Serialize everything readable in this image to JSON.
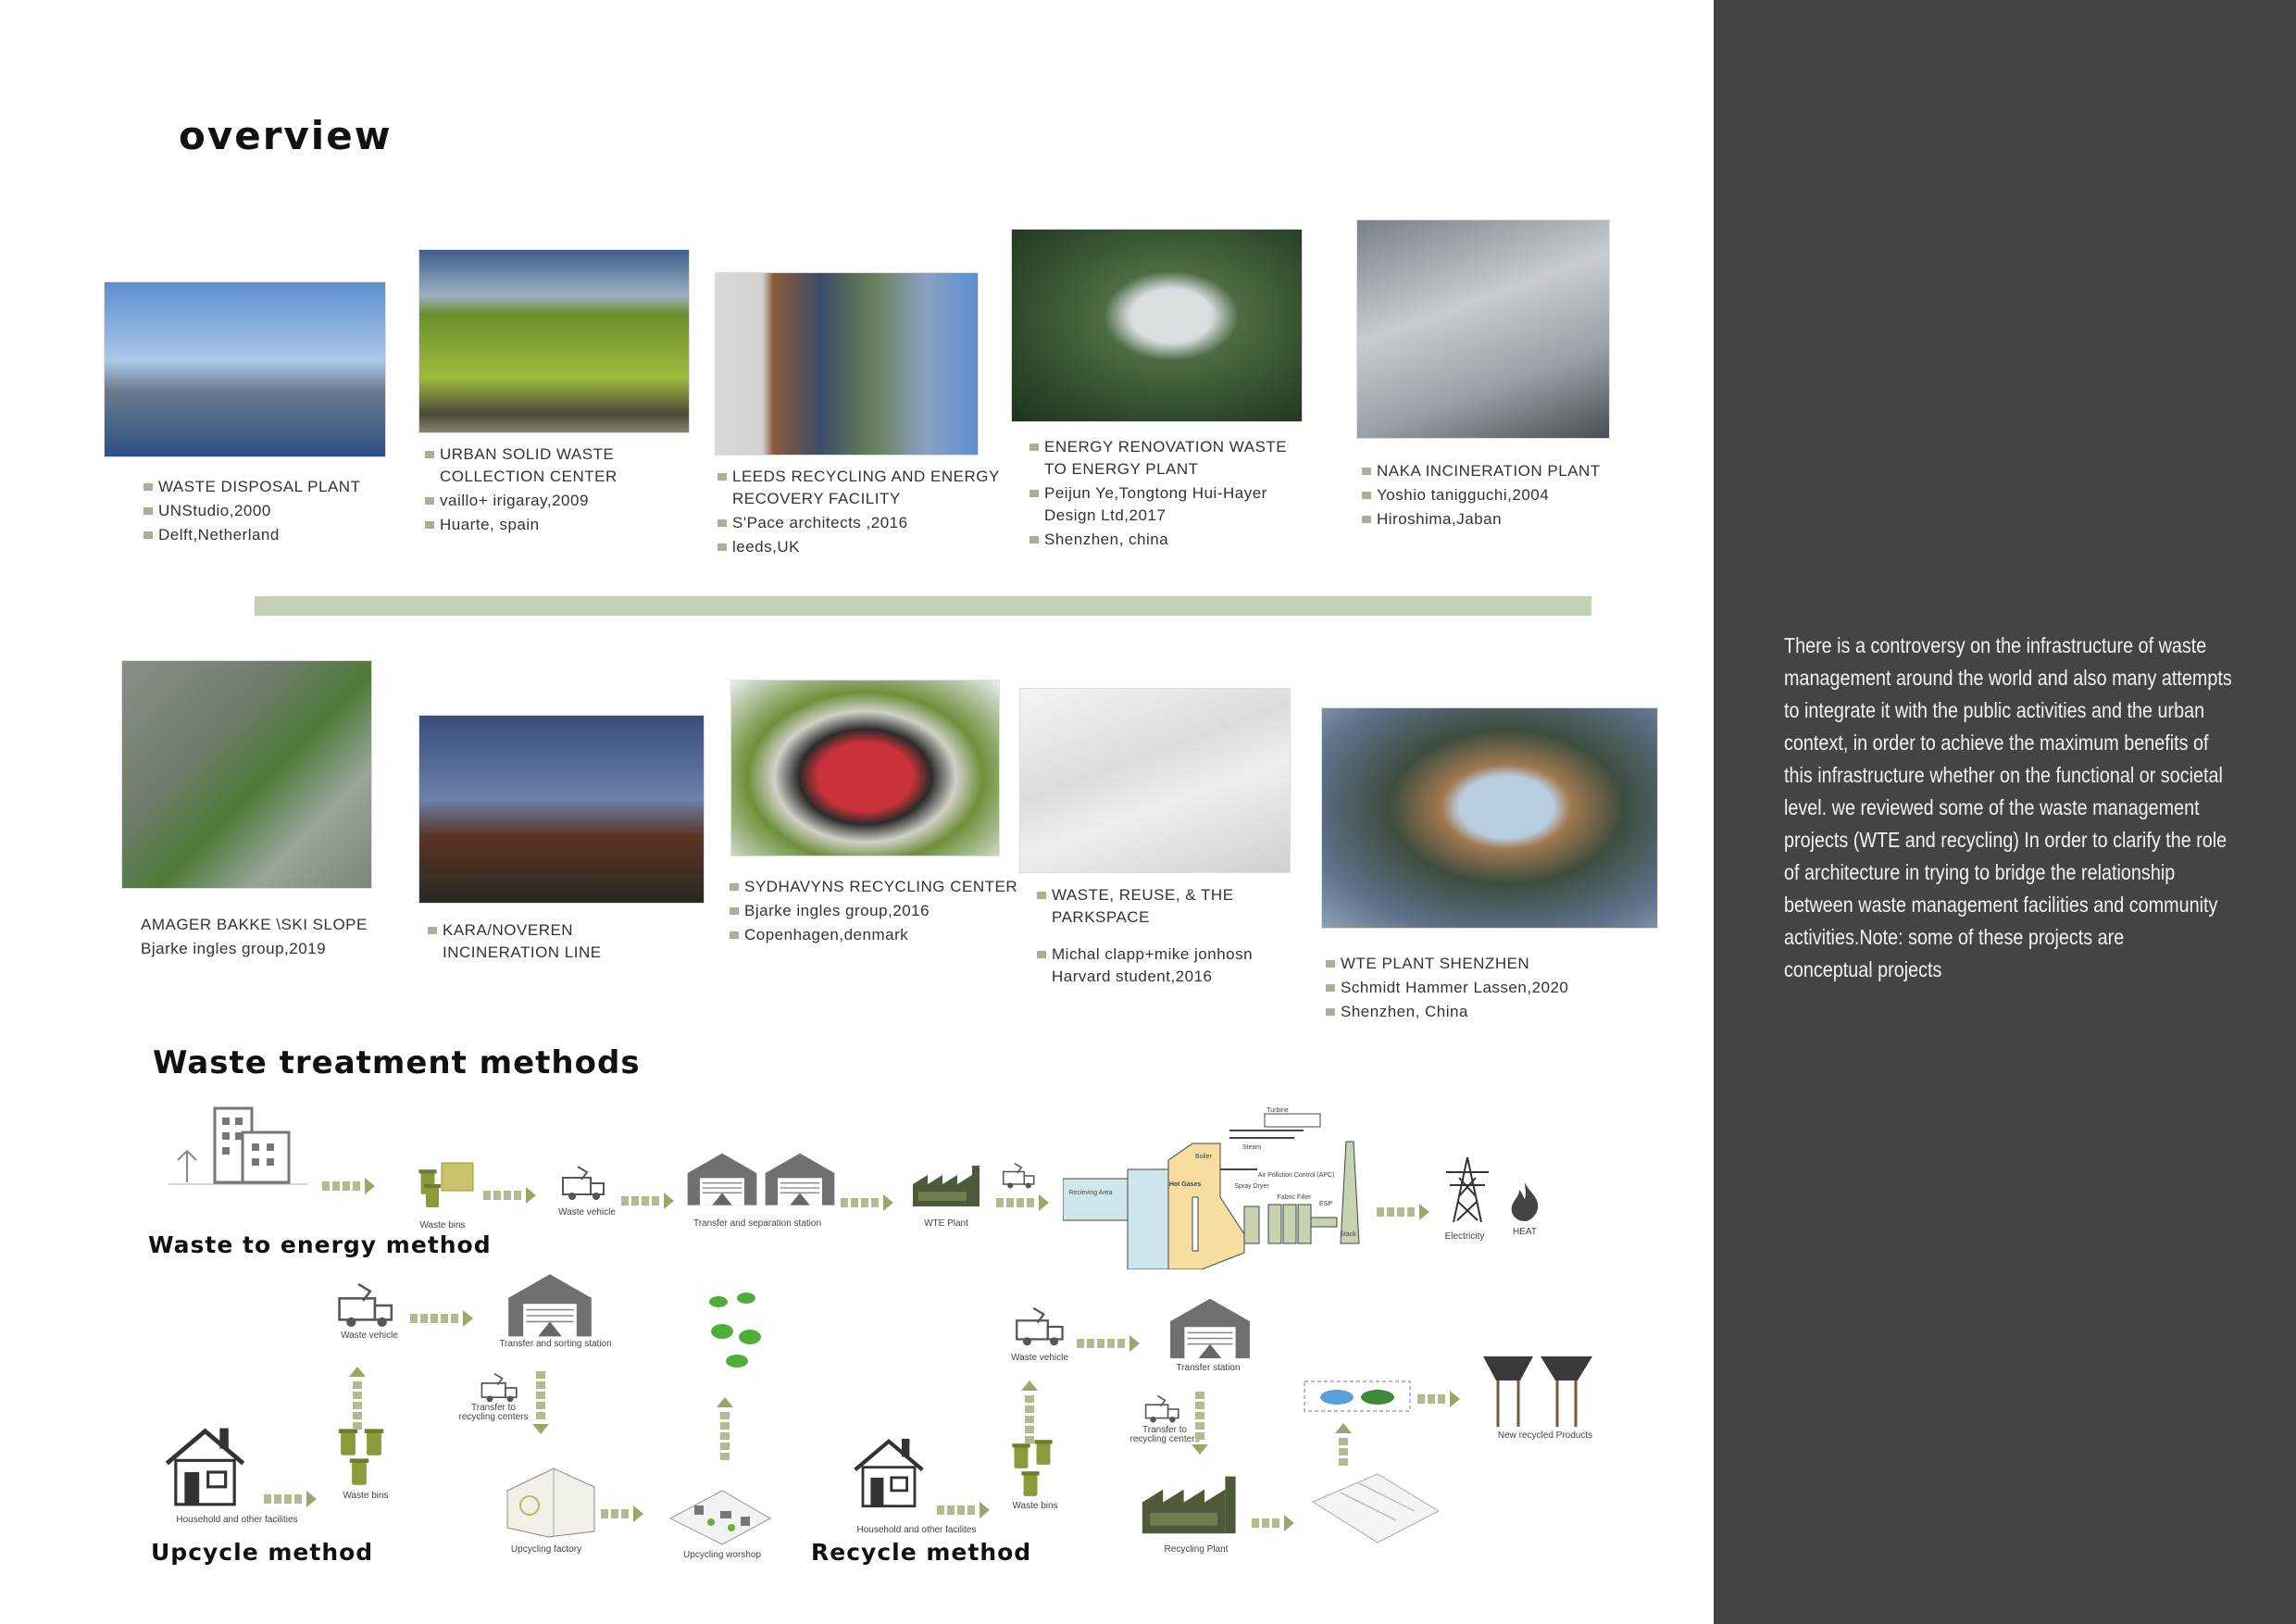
{
  "titles": {
    "overview": "overview",
    "methods": "Waste treatment methods"
  },
  "colors": {
    "panel": "#444444",
    "divider_bar": "#c4cfb6",
    "bullet": "#a9b194",
    "arrow": "#b5b98e"
  },
  "projects_top": [
    {
      "lines": [
        "WASTE DISPOSAL PLANT",
        "UNStudio,2000",
        "Delft,Netherland"
      ]
    },
    {
      "lines": [
        "URBAN SOLID WASTE\nCOLLECTION CENTER",
        "vaillo+ irigaray,2009",
        "Huarte, spain"
      ]
    },
    {
      "lines": [
        "LEEDS RECYCLING AND ENERGY\nRECOVERY FACILITY",
        "S'Pace architects ,2016",
        "leeds,UK"
      ]
    },
    {
      "lines": [
        "ENERGY RENOVATION WASTE\nTO ENERGY PLANT",
        "Peijun Ye,Tongtong Hui-Hayer\nDesign Ltd,2017",
        "Shenzhen, china"
      ]
    },
    {
      "lines": [
        "NAKA INCINERATION PLANT",
        "Yoshio tanigguchi,2004",
        "Hiroshima,Jaban"
      ]
    }
  ],
  "projects_bottom": [
    {
      "lines": [
        "AMAGER BAKKE \\SKI SLOPE",
        "Bjarke ingles group,2019"
      ]
    },
    {
      "lines": [
        "KARA/NOVEREN\nINCINERATION LINE"
      ]
    },
    {
      "lines": [
        "SYDHAVYNS RECYCLING CENTER",
        "Bjarke ingles group,2016",
        "Copenhagen,denmark"
      ]
    },
    {
      "lines": [
        "WASTE, REUSE, & THE\nPARKSPACE",
        "Michal clapp+mike jonhosn\nHarvard student,2016"
      ]
    },
    {
      "lines": [
        "WTE PLANT SHENZHEN",
        "Schmidt Hammer Lassen,2020",
        "Shenzhen, China"
      ]
    }
  ],
  "paragraph": [
    "There is a controversy on the infrastructure of waste",
    "management around the world and also many attempts",
    " to integrate it with the public activities and the urban",
    "context, in order to achieve the maximum benefits of",
    " this infrastructure whether on the functional or societal",
    "level. we reviewed some of the waste management",
    "projects (WTE and recycling) In order to clarify the role",
    "of architecture in trying to bridge the relationship",
    "between waste management facilities and community",
    " activities.Note: some of these projects are",
    " conceptual projects"
  ],
  "wte": {
    "title": "Waste to energy method",
    "waste_bins": "Waste bins",
    "waste_vehicle": "Waste vehicle",
    "transfer": "Transfer and separation station",
    "plant": "WTE Plant",
    "receiving": "Recieving Area",
    "boiler": "Boiler",
    "hot_gases": "Hot Gases",
    "steam": "Steam",
    "turbine": "Turbine",
    "apc": "Air Pollution Control (APC)",
    "spray": "Spray Dryer",
    "fabric": "Fabric Filter",
    "esp": "ESP",
    "stack": "Stack",
    "electricity": "Electricity",
    "heat": "HEAT"
  },
  "upcycle": {
    "title": "Upcycle method",
    "household": "Household and other facilities",
    "waste_bins": "Waste bins",
    "waste_vehicle": "Waste vehicle",
    "transfer": "Transfer and sorting station",
    "transfer_rc": "Transfer to recycling centers",
    "factory": "Upcycling factory",
    "workshop": "Upcycling worshop"
  },
  "recycle": {
    "title": "Recycle method",
    "household": "Household and other facilites",
    "waste_bins": "Waste bins",
    "waste_vehicle": "Waste vehicle",
    "transfer": "Transfer station",
    "transfer_rc": "Transfer to recycling centers",
    "plant": "Recycling Plant",
    "products": "New recycled Products"
  }
}
